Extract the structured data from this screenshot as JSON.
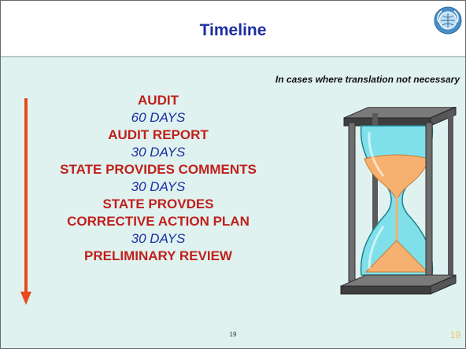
{
  "slide": {
    "title": "Timeline",
    "subtitle": "In cases where translation not necessary",
    "timeline": [
      {
        "kind": "step",
        "text": "AUDIT"
      },
      {
        "kind": "duration",
        "text": "60 DAYS"
      },
      {
        "kind": "step",
        "text": "AUDIT REPORT"
      },
      {
        "kind": "duration",
        "text": "30 DAYS"
      },
      {
        "kind": "step",
        "text": "STATE PROVIDES COMMENTS"
      },
      {
        "kind": "duration",
        "text": "30 DAYS"
      },
      {
        "kind": "step",
        "text": "STATE PROVDES"
      },
      {
        "kind": "step",
        "text": "CORRECTIVE ACTION PLAN"
      },
      {
        "kind": "duration",
        "text": "30 DAYS"
      },
      {
        "kind": "step",
        "text": "PRELIMINARY REVIEW"
      }
    ],
    "page_number": "19",
    "page_number_corner": "19"
  },
  "icons": {
    "logo": "icao-emblem-icon",
    "arrow": "down-arrow-icon",
    "hourglass": "hourglass-icon"
  },
  "colors": {
    "title": "#1c2fa3",
    "step": "#c0201c",
    "duration": "#1c2fa3",
    "arrow": "#e84a1c",
    "background": "#dff2ef"
  }
}
